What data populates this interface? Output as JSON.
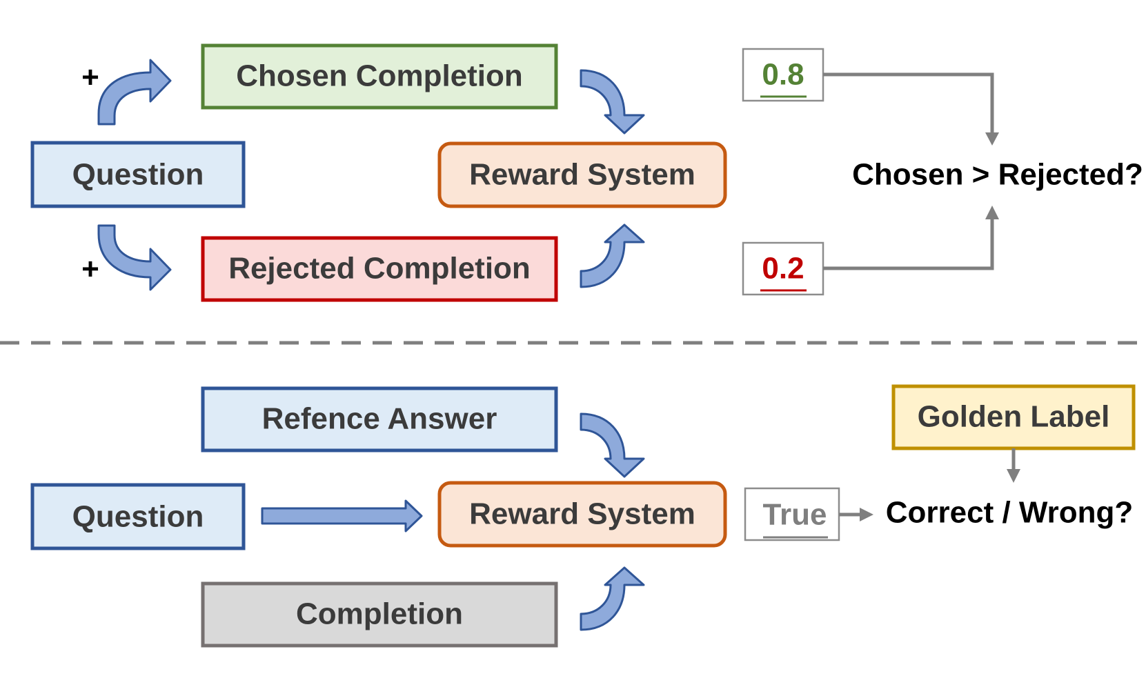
{
  "top": {
    "question": "Question",
    "plus_top": "+",
    "plus_bottom": "+",
    "chosen": "Chosen Completion",
    "rejected": "Rejected Completion",
    "reward_system": "Reward System",
    "chosen_score": "0.8",
    "rejected_score": "0.2",
    "comparison": "Chosen > Rejected?"
  },
  "bottom": {
    "reference": "Refence Answer",
    "question": "Question",
    "completion": "Completion",
    "reward_system": "Reward System",
    "verdict": "True",
    "golden_label": "Golden Label",
    "outcome": "Correct / Wrong?"
  },
  "colors": {
    "question_fill": "#deebf7",
    "question_stroke": "#2f5597",
    "chosen_fill": "#e2f0d9",
    "chosen_stroke": "#548235",
    "rejected_fill": "#fbdad9",
    "rejected_stroke": "#c00000",
    "reward_fill": "#fbe5d6",
    "reward_stroke": "#c55a11",
    "completion_fill": "#d9d9d9",
    "completion_stroke": "#767171",
    "golden_fill": "#fff2cc",
    "golden_stroke": "#bf9000",
    "arrow_fill": "#8eaadb",
    "arrow_stroke": "#2f5597",
    "score_high": "#548235",
    "score_low": "#c00000",
    "verdict_text": "#7f7f7f",
    "connector": "#7f7f7f"
  }
}
